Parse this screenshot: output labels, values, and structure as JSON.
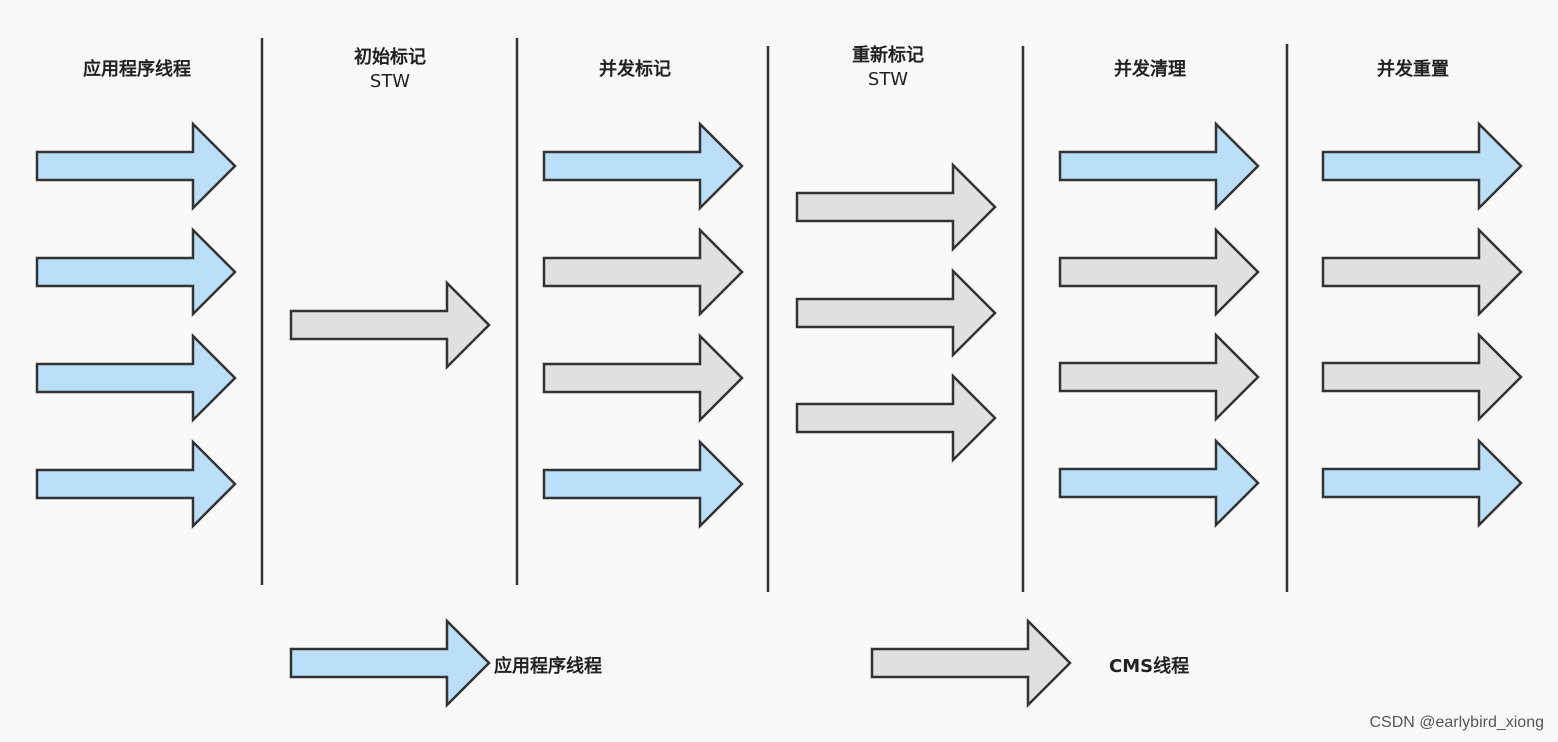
{
  "colors": {
    "app_thread": "#bcdff9",
    "cms_thread": "#e0e0e0",
    "stroke": "#333333",
    "background": "#f9f9f9"
  },
  "phases": [
    {
      "title": "应用程序线程",
      "subtitle": ""
    },
    {
      "title": "初始标记",
      "subtitle": "STW"
    },
    {
      "title": "并发标记",
      "subtitle": ""
    },
    {
      "title": "重新标记",
      "subtitle": "STW"
    },
    {
      "title": "并发清理",
      "subtitle": ""
    },
    {
      "title": "并发重置",
      "subtitle": ""
    }
  ],
  "phase_arrows": [
    [
      "app",
      "app",
      "app",
      "app"
    ],
    [
      "cms"
    ],
    [
      "app",
      "cms",
      "cms",
      "app"
    ],
    [
      "cms",
      "cms",
      "cms"
    ],
    [
      "app",
      "cms",
      "cms",
      "app"
    ],
    [
      "app",
      "cms",
      "cms",
      "app"
    ]
  ],
  "legend": {
    "app_label": "应用程序线程",
    "cms_label": "CMS线程"
  },
  "watermark": "CSDN @earlybird_xiong"
}
